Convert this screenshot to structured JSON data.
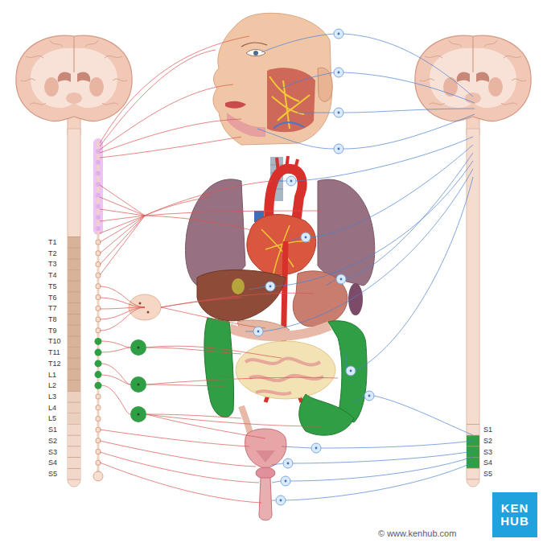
{
  "diagram": {
    "nodes": [
      {
        "text": [
          "KEN HUB"
        ]
      }
    ],
    "labels": [
      "T1",
      "T2",
      "T3",
      "T4",
      "T5",
      "T6",
      "T7",
      "T8",
      "T9",
      "T10",
      "T11",
      "T12",
      "L1",
      "L2",
      "L3",
      "L4",
      "L5",
      "S1",
      "S2",
      "S3",
      "S4",
      "S5",
      "S1",
      "S2",
      "S3",
      "S4",
      "S5",
      "© www.kenhub.com"
    ]
  }
}
